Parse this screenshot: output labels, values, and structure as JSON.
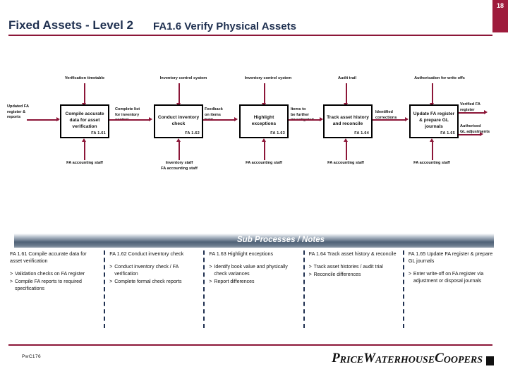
{
  "header": {
    "title": "Fixed Assets - Level 2",
    "subtitle": "FA1.6 Verify Physical Assets",
    "page_number": "18",
    "accent_color": "#8c1638",
    "title_color": "#1f3050"
  },
  "flow": {
    "inputs_left": [
      {
        "label": "Updated FA\nregister &\nreports"
      }
    ],
    "outputs_right": [
      {
        "label": "Verified FA\nregister"
      },
      {
        "label": "Authorised\nGL adjustments"
      }
    ],
    "boxes": [
      {
        "text": "Compile\naccurate data\nfor asset\nverification",
        "ref": "FA 1.61",
        "top_label": "Verification timetable",
        "bottom_label": "FA accounting staff"
      },
      {
        "text": "Conduct\ninventory\ncheck",
        "ref": "FA 1.62",
        "top_label": "Inventory control system",
        "bottom_label": "Inventory staff\nFA accounting staff"
      },
      {
        "text": "Highlight\nexceptions",
        "ref": "FA 1.63",
        "top_label": "Inventory control system",
        "bottom_label": "FA accounting staff"
      },
      {
        "text": "Track asset\nhistory and\nreconcile",
        "ref": "FA 1.64",
        "top_label": "Audit trail",
        "bottom_label": "FA accounting staff"
      },
      {
        "text": "Update FA\nregister &\nprepare GL\njournals",
        "ref": "FA 1.65",
        "top_label": "Authorisation for write offs",
        "bottom_label": "FA accounting staff"
      }
    ],
    "connectors": [
      {
        "label": "Complete list\nfor inventory\ncontrol"
      },
      {
        "label": "Feedback\non items\nheld"
      },
      {
        "label": "Items to\nbe further\ninvestigated"
      },
      {
        "label": "Identified\ncorrections"
      }
    ]
  },
  "sub_processes": {
    "banner": "Sub Processes / Notes",
    "columns": [
      {
        "heading": "FA 1.61  Compile accurate data for asset verification",
        "items": [
          "Validation checks on FA register",
          "Compile FA reports to required specifications"
        ]
      },
      {
        "heading": "FA 1.62  Conduct inventory check",
        "items": [
          "Conduct inventory check / FA verification",
          "Complete formal check reports"
        ]
      },
      {
        "heading": "FA 1.63  Highlight exceptions",
        "items": [
          "Identify book value and physically check variances",
          "Report differences"
        ]
      },
      {
        "heading": "FA 1.64  Track asset history & reconcile",
        "items": [
          "Track asset histories / audit trial",
          "Reconcile differences"
        ]
      },
      {
        "heading": "FA 1.65  Update FA register & prepare GL journals",
        "items": [
          "Enter write-off on FA register via adjustment or disposal journals"
        ]
      }
    ]
  },
  "footer": {
    "code": "PwC176",
    "logo_price": "P",
    "logo_rice": "RICE",
    "logo_w": "W",
    "logo_ater": "ATER",
    "logo_house": "HOUSE",
    "logo_c": "C",
    "logo_oopers": "OOPERS"
  }
}
